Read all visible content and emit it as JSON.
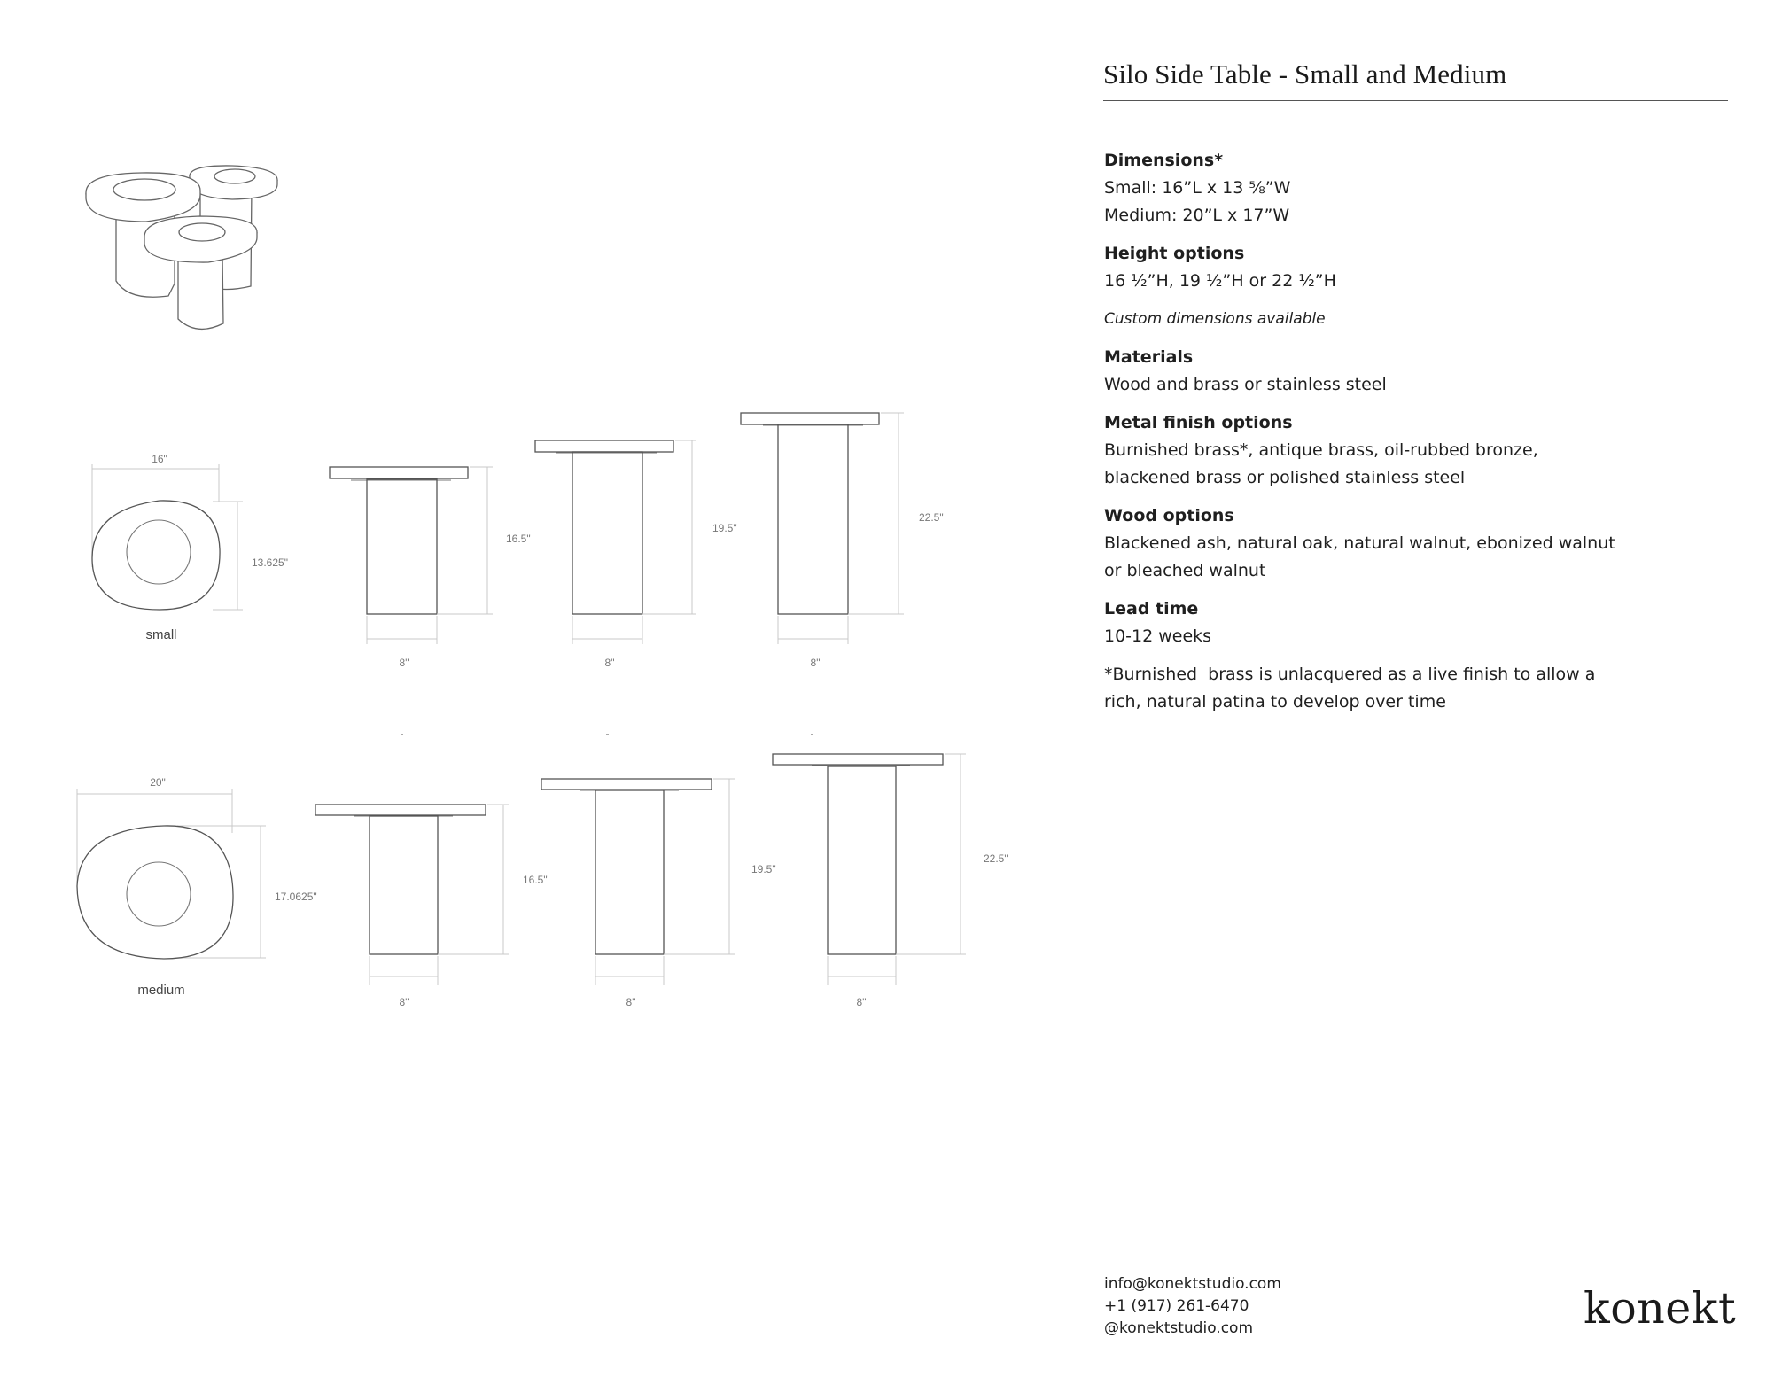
{
  "header": {
    "title": "Silo Side Table - Small and Medium"
  },
  "specs": {
    "dimensions": {
      "heading": "Dimensions*",
      "small": "Small: 16”L x 13 ⅝”W",
      "medium": "Medium: 20”L x 17”W"
    },
    "height": {
      "heading": "Height options",
      "value": "16 ½”H, 19 ½”H or 22 ½”H"
    },
    "custom_note": "Custom dimensions available",
    "materials": {
      "heading": "Materials",
      "value": "Wood and brass or stainless steel"
    },
    "metal": {
      "heading": "Metal finish options",
      "line1": "Burnished brass*, antique brass, oil-rubbed bronze,",
      "line2": "blackened brass or polished stainless steel"
    },
    "wood": {
      "heading": "Wood options",
      "line1": "Blackened ash, natural oak, natural walnut, ebonized walnut",
      "line2": "or bleached walnut"
    },
    "lead": {
      "heading": "Lead time",
      "value": "10-12 weeks"
    },
    "footnote": {
      "line1": "*Burnished  brass is unlacquered as a live finish to allow a",
      "line2": "rich, natural patina to develop over time"
    }
  },
  "contact": {
    "email": "info@konektstudio.com",
    "phone": "+1 (917) 261-6470",
    "social": "@konektstudio.com"
  },
  "brand": {
    "logo": "konekt"
  },
  "drawings": {
    "small": {
      "caption": "small",
      "plan_width": "16\"",
      "plan_depth": "13.625\"",
      "elevations": [
        {
          "height": "16.5\"",
          "base": "8\""
        },
        {
          "height": "19.5\"",
          "base": "8\""
        },
        {
          "height": "22.5\"",
          "base": "8\""
        }
      ]
    },
    "medium": {
      "caption": "medium",
      "plan_width": "20\"",
      "plan_depth": "17.0625\"",
      "elevations": [
        {
          "height": "16.5\"",
          "base": "8\""
        },
        {
          "height": "19.5\"",
          "base": "8\""
        },
        {
          "height": "22.5\"",
          "base": "8\""
        }
      ]
    }
  },
  "colors": {
    "text": "#1a1a1a",
    "line": "#555555",
    "dim_line": "#bbbbbb",
    "dim_text": "#777777"
  }
}
